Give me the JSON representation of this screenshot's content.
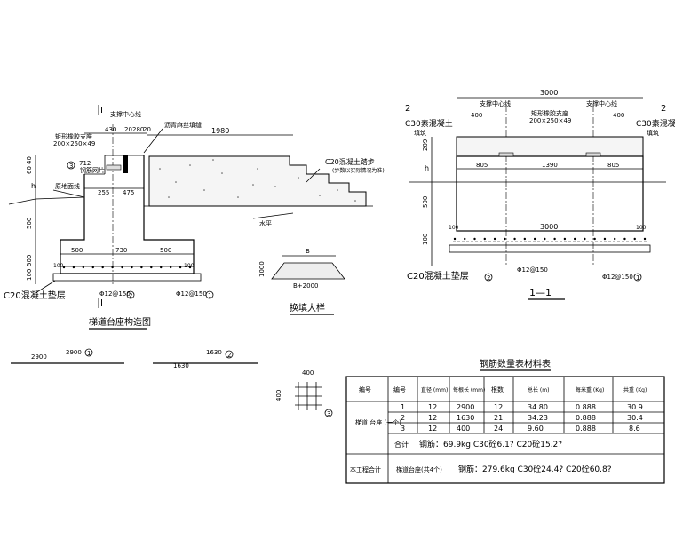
{
  "left_view": {
    "label_I_top": "I",
    "label_I_bottom": "I",
    "support_centerline": "支撑中心线",
    "bearing_label": "矩形橡胶支座",
    "bearing_size": "200×250×49",
    "rubber_plate": "钢筋网片",
    "ground_line": "原地面线",
    "asphalt_joint": "沥青麻丝填缝",
    "concrete_steps": "C20混凝土踏步",
    "steps_note": "(步数以实际情况为准)",
    "horizontal": "水平",
    "cushion": "C20混凝土垫层",
    "rebar_2": "2",
    "rebar_1": "1",
    "rebar_3": "3",
    "rebar_spec_2": "Φ12@150",
    "rebar_spec_1": "Φ12@150",
    "dims": {
      "d430": "430",
      "d20a": "20",
      "d280": "280",
      "d20b": "20",
      "d1980": "1980",
      "d40": "40",
      "d60": "60",
      "d712": "712",
      "d255": "255",
      "d475": "475",
      "dh": "h",
      "d500v": "500",
      "d500a": "500",
      "d730": "730",
      "d500b": "500",
      "d500v2": "500",
      "d100a": "100",
      "d100b": "100",
      "d100v": "100"
    },
    "title": "梯道台座构造图"
  },
  "detail": {
    "b_label": "B",
    "b2000": "B+2000",
    "d1000": "1000",
    "title": "换填大样"
  },
  "right_view": {
    "label_2_left": "2",
    "label_2_right": "2",
    "support_cl_left": "支撑中心线",
    "support_cl_right": "支撑中心线",
    "c30_left": "C30素混凝土",
    "c30_left2": "填筑",
    "c30_right": "C30素混凝土",
    "c30_right2": "填筑",
    "bearing_label": "矩形橡胶支座",
    "bearing_size": "200×250×49",
    "cushion": "C20混凝土垫层",
    "rebar_2": "2",
    "rebar_1": "1",
    "rebar_spec_2": "Φ12@150",
    "rebar_spec_1": "Φ12@150",
    "dims": {
      "d3000top": "3000",
      "d400a": "400",
      "d400b": "400",
      "d209": "209",
      "dh": "h",
      "d805a": "805",
      "d1390": "1390",
      "d805b": "805",
      "d500": "500",
      "d100a": "100",
      "d3000": "3000",
      "d100b": "100",
      "d100v": "100"
    },
    "section_title": "1—1"
  },
  "rebar_shapes": {
    "r1_len": "2900",
    "r1_mark": "1",
    "r1_dim": "2900",
    "r2_len": "1630",
    "r2_mark": "2",
    "r2_dim": "1630",
    "r3_dim_top": "400",
    "r3_dim_side": "400",
    "r3_mark": "3"
  },
  "table": {
    "title": "钢筋数量表材料表",
    "headers": [
      "编号",
      "编号",
      "直径\n(mm)",
      "每根长\n(mm)",
      "根数",
      "总长\n(m)",
      "每米重\n(Kg)",
      "共重\n(Kg)"
    ],
    "group_label": "梯道\n台座\n(一个)",
    "rows": [
      [
        "1",
        "12",
        "2900",
        "12",
        "34.80",
        "0.888",
        "30.9"
      ],
      [
        "2",
        "12",
        "1630",
        "21",
        "34.23",
        "0.888",
        "30.4"
      ],
      [
        "3",
        "12",
        "400",
        "24",
        "9.60",
        "0.888",
        "8.6"
      ]
    ],
    "sum_label": "合计",
    "sum_text": "钢筋：69.9kg  C30砼6.1?  C20砼15.2?",
    "project_label": "本工程合计",
    "project_sub": "梯道台座(共4个)",
    "project_text": "钢筋：279.6kg  C30砼24.4?  C20砼60.8?"
  }
}
